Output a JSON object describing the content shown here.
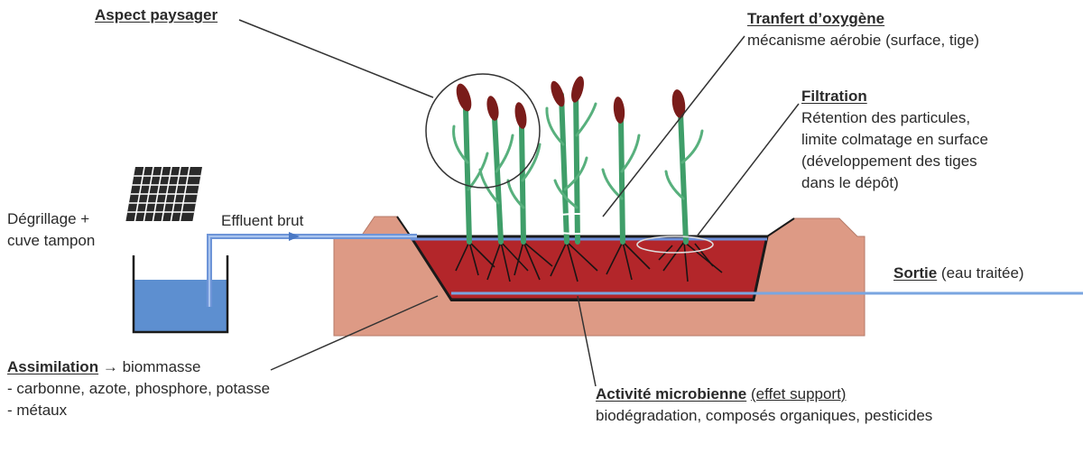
{
  "labels": {
    "aspect": "Aspect paysager",
    "transfer_title": "Tranfert d’oxygène",
    "transfer_desc": "mécanisme aérobie (surface, tige)",
    "filtration_title": "Filtration",
    "filtration_l1": "Rétention des particules,",
    "filtration_l2": "limite colmatage en surface",
    "filtration_l3": "(développement des tiges",
    "filtration_l4": "dans le dépôt)",
    "degrillage_l1": "Dégrillage +",
    "degrillage_l2": "cuve tampon",
    "effluent": "Effluent brut",
    "sortie_title": "Sortie",
    "sortie_desc": "(eau traitée)",
    "assim_title": "Assimilation",
    "assim_arrow": "→",
    "assim_rest": "biommasse",
    "assim_l1": "- carbonne, azote, phosphore, potasse",
    "assim_l2": "- métaux",
    "micro_title": "Activité microbienne",
    "micro_paren": "(effet support)",
    "micro_desc": "biodégradation, composés organiques, pesticides"
  },
  "colors": {
    "soil": "#dd9a85",
    "bed": "#b3262a",
    "water": "#5d8fd0",
    "stem": "#3f9e69",
    "cattail": "#7a1c1a"
  }
}
